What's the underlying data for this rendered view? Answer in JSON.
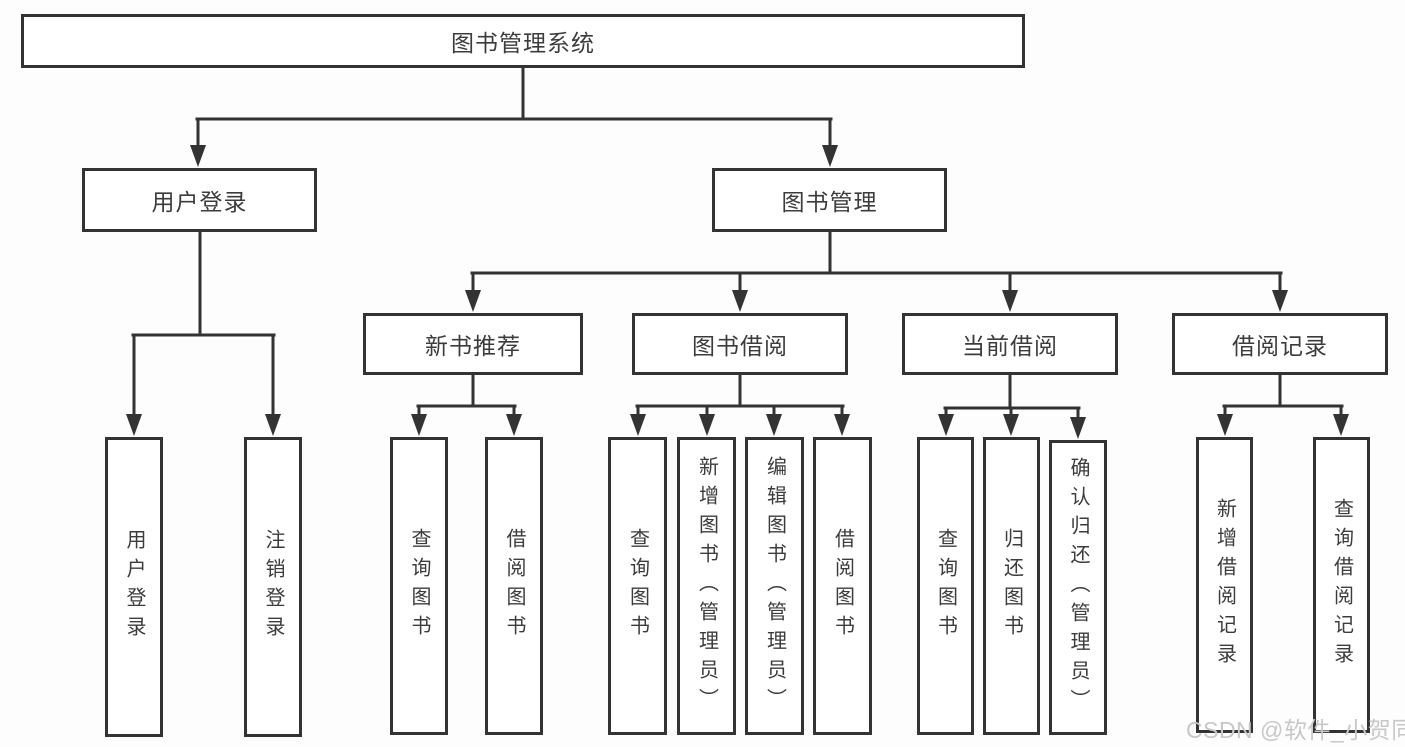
{
  "colors": {
    "line": "#333333",
    "text": "#3c3c3c",
    "background": "#fdfdfd",
    "watermark": "#c8c8c8"
  },
  "watermark": {
    "text": "CSDN @软件_小贺同学"
  },
  "diagram": {
    "root": {
      "label": "图书管理系统"
    },
    "level2": [
      {
        "label": "用户登录"
      },
      {
        "label": "图书管理"
      }
    ],
    "level3": [
      {
        "label": "新书推荐",
        "parent": "图书管理"
      },
      {
        "label": "图书借阅",
        "parent": "图书管理"
      },
      {
        "label": "当前借阅",
        "parent": "图书管理"
      },
      {
        "label": "借阅记录",
        "parent": "图书管理"
      }
    ],
    "leaves": [
      {
        "label": "用户登录",
        "parent": "用户登录"
      },
      {
        "label": "注销登录",
        "parent": "用户登录"
      },
      {
        "label": "查询图书",
        "parent": "新书推荐"
      },
      {
        "label": "借阅图书",
        "parent": "新书推荐"
      },
      {
        "label": "查询图书",
        "parent": "图书借阅"
      },
      {
        "label": "新增图书（管理员）",
        "parent": "图书借阅"
      },
      {
        "label": "编辑图书（管理员）",
        "parent": "图书借阅"
      },
      {
        "label": "借阅图书",
        "parent": "图书借阅"
      },
      {
        "label": "查询图书",
        "parent": "当前借阅"
      },
      {
        "label": "归还图书",
        "parent": "当前借阅"
      },
      {
        "label": "确认归还（管理员）",
        "parent": "当前借阅"
      },
      {
        "label": "新增借阅记录",
        "parent": "借阅记录"
      },
      {
        "label": "查询借阅记录",
        "parent": "借阅记录"
      }
    ]
  }
}
